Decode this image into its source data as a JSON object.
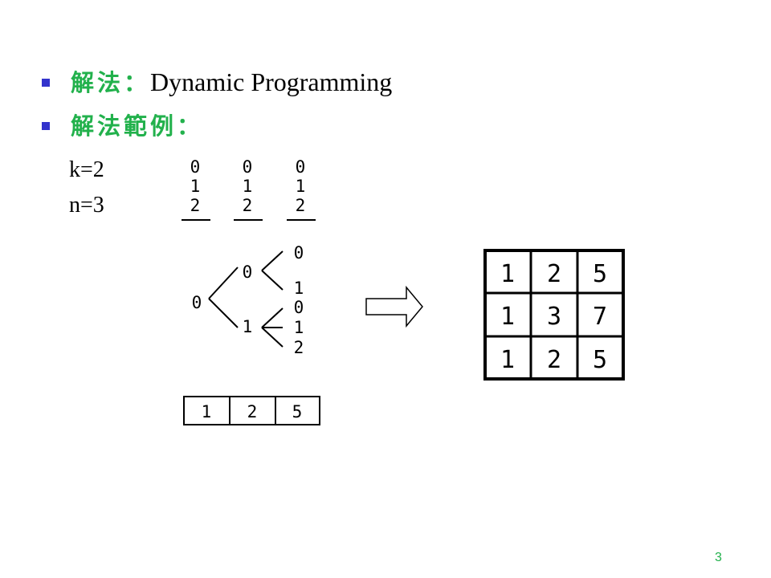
{
  "bullets": [
    {
      "label": "解法：",
      "text": "Dynamic Programming"
    },
    {
      "label": "解法範例：",
      "text": ""
    }
  ],
  "params": {
    "k": "k=2",
    "n": "n=3"
  },
  "columns": [
    [
      "0",
      "1",
      "2"
    ],
    [
      "0",
      "1",
      "2"
    ],
    [
      "0",
      "1",
      "2"
    ]
  ],
  "tree": {
    "root": "0",
    "level1": [
      "0",
      "1"
    ],
    "leaves_top": [
      "0",
      "1"
    ],
    "leaves_bottom": [
      "0",
      "1",
      "2"
    ]
  },
  "row_result": [
    "1",
    "2",
    "5"
  ],
  "grid": [
    [
      "1",
      "2",
      "5"
    ],
    [
      "1",
      "3",
      "7"
    ],
    [
      "1",
      "2",
      "5"
    ]
  ],
  "page_number": "3"
}
